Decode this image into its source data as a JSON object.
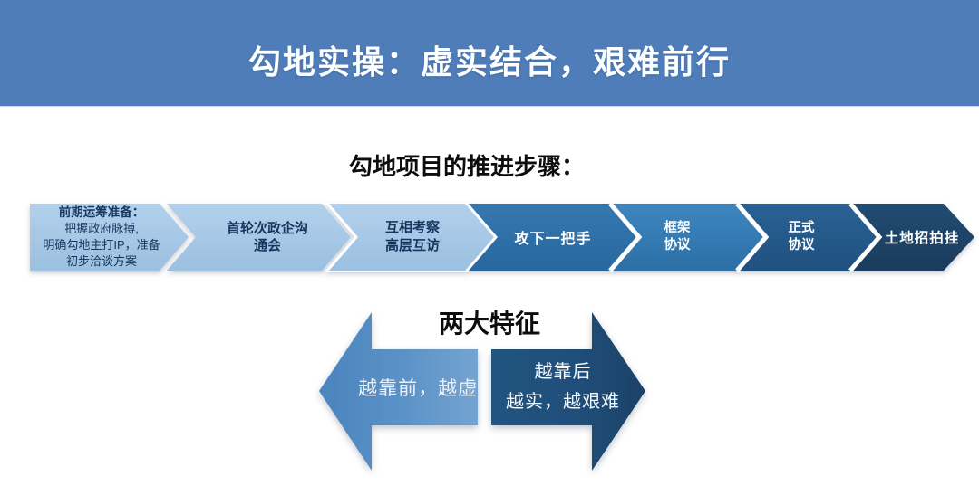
{
  "header": {
    "title": "勾地实操：虚实结合，艰难前行"
  },
  "process": {
    "heading": "勾地项目的推进步骤：",
    "steps": [
      {
        "id": "early-preparation",
        "lines": [
          "前期运筹准备：",
          "把握政府脉搏,",
          "明确勾地主打IP，准备",
          "初步洽谈方案"
        ]
      },
      {
        "id": "first-gov-enterprise-meetings",
        "lines": [
          "首轮次政企沟",
          "通会"
        ]
      },
      {
        "id": "mutual-inspection-visits",
        "lines": [
          "互相考察",
          "高层互访"
        ]
      },
      {
        "id": "win-over-top-leader",
        "lines": [
          "攻下一把手"
        ]
      },
      {
        "id": "framework-agreement",
        "lines": [
          "框架",
          "协议"
        ]
      },
      {
        "id": "formal-agreement",
        "lines": [
          "正式",
          "协议"
        ]
      },
      {
        "id": "land-bid-auction-listing",
        "lines": [
          "土地招拍挂"
        ]
      }
    ]
  },
  "features": {
    "heading": "两大特征",
    "left_arrow": {
      "text": "越靠前，越虚,"
    },
    "right_arrow": {
      "lines": [
        "越靠后",
        "越实，越艰难"
      ]
    }
  },
  "colors": {
    "header_bg": "#4E7DB9",
    "light_step_fill": "#A7C9E7",
    "step_text_dark": "#16365E",
    "segment_win_leader": "#2E70A8",
    "segment_framework": "#3379B2",
    "segment_formal": "#24588A",
    "segment_auction": "#1D4466",
    "left_arrow_fill": "#4E86BE",
    "right_arrow_fill": "#1F4E79"
  }
}
